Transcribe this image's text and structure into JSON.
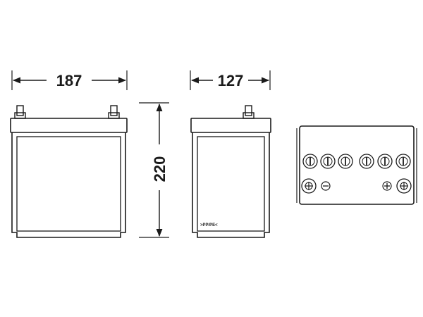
{
  "dimensions": {
    "length": "187",
    "width": "127",
    "height": "220"
  },
  "side_view": {
    "recycling_mark": ">PP/PE<"
  },
  "colors": {
    "line": "#1a1a1a",
    "background": "#ffffff"
  }
}
